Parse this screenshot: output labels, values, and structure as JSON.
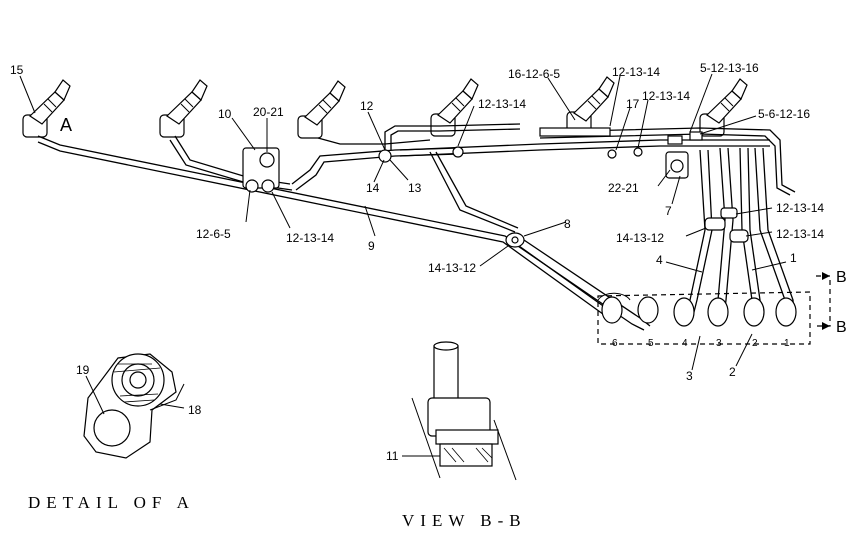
{
  "labels": {
    "p15": "15",
    "pA": "A",
    "p10": "10",
    "p2021": "20-21",
    "p12": "12",
    "p121314a": "12-13-14",
    "p16": "16-12-6-5",
    "p121314b": "12-13-14",
    "p17": "17",
    "p121314c": "12-13-14",
    "p5": "5-12-13-16",
    "p56": "5-6-12-16",
    "p14": "14",
    "p13": "13",
    "p2221": "22-21",
    "p7": "7",
    "p1265": "12-6-5",
    "p121314d": "12-13-14",
    "p9": "9",
    "p8": "8",
    "p141312a": "14-13-12",
    "p141312b": "14-13-12",
    "p121314e": "12-13-14",
    "p121314f": "12-13-14",
    "p4": "4",
    "p1": "1",
    "pB1": "B",
    "pB2": "B",
    "p3": "3",
    "p2": "2",
    "p19": "19",
    "p18": "18",
    "p11": "11",
    "c6": "6",
    "c5": "5",
    "c4": "4",
    "c3": "3",
    "c2": "2",
    "c1": "1"
  },
  "captions": {
    "detail": "DETAIL OF A",
    "view": "VIEW B-B"
  }
}
